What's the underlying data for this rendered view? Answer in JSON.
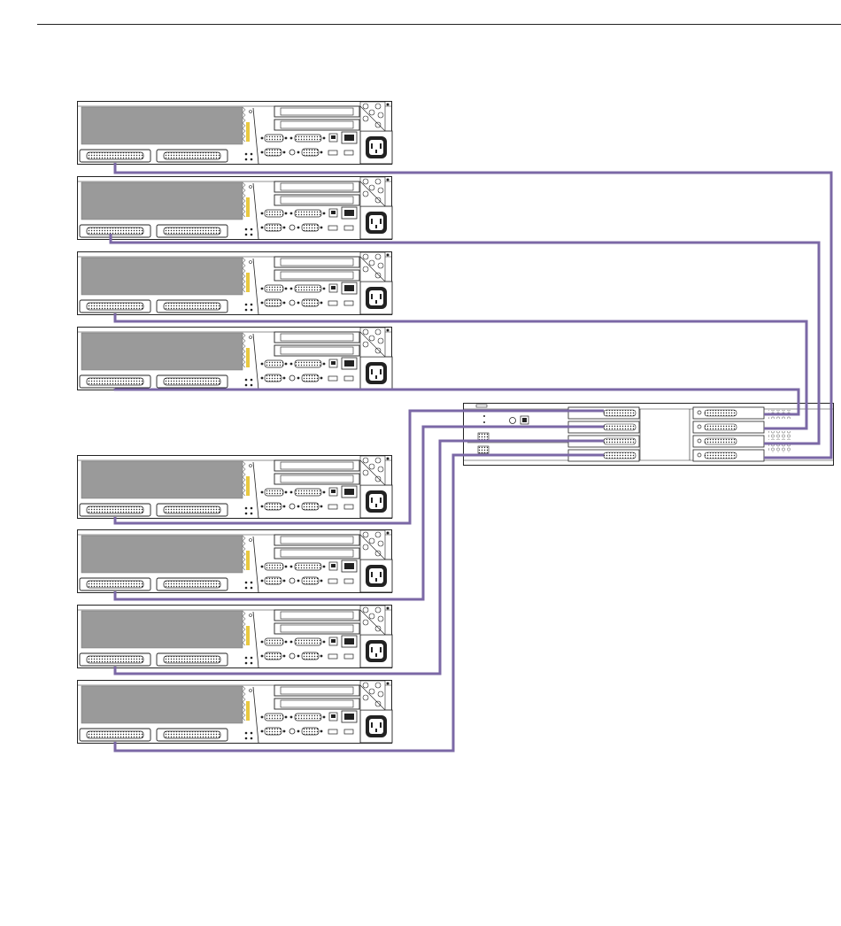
{
  "servers": {
    "upper_group_count": 4,
    "lower_group_count": 4
  },
  "switch": {
    "left_port_count": 4,
    "right_port_count": 4
  },
  "colors": {
    "cable": "#7b68a6",
    "chassis_stroke": "#222222",
    "fan_area": "#9a9a9a",
    "led_yellow": "#e8c840",
    "background": "#ffffff"
  }
}
